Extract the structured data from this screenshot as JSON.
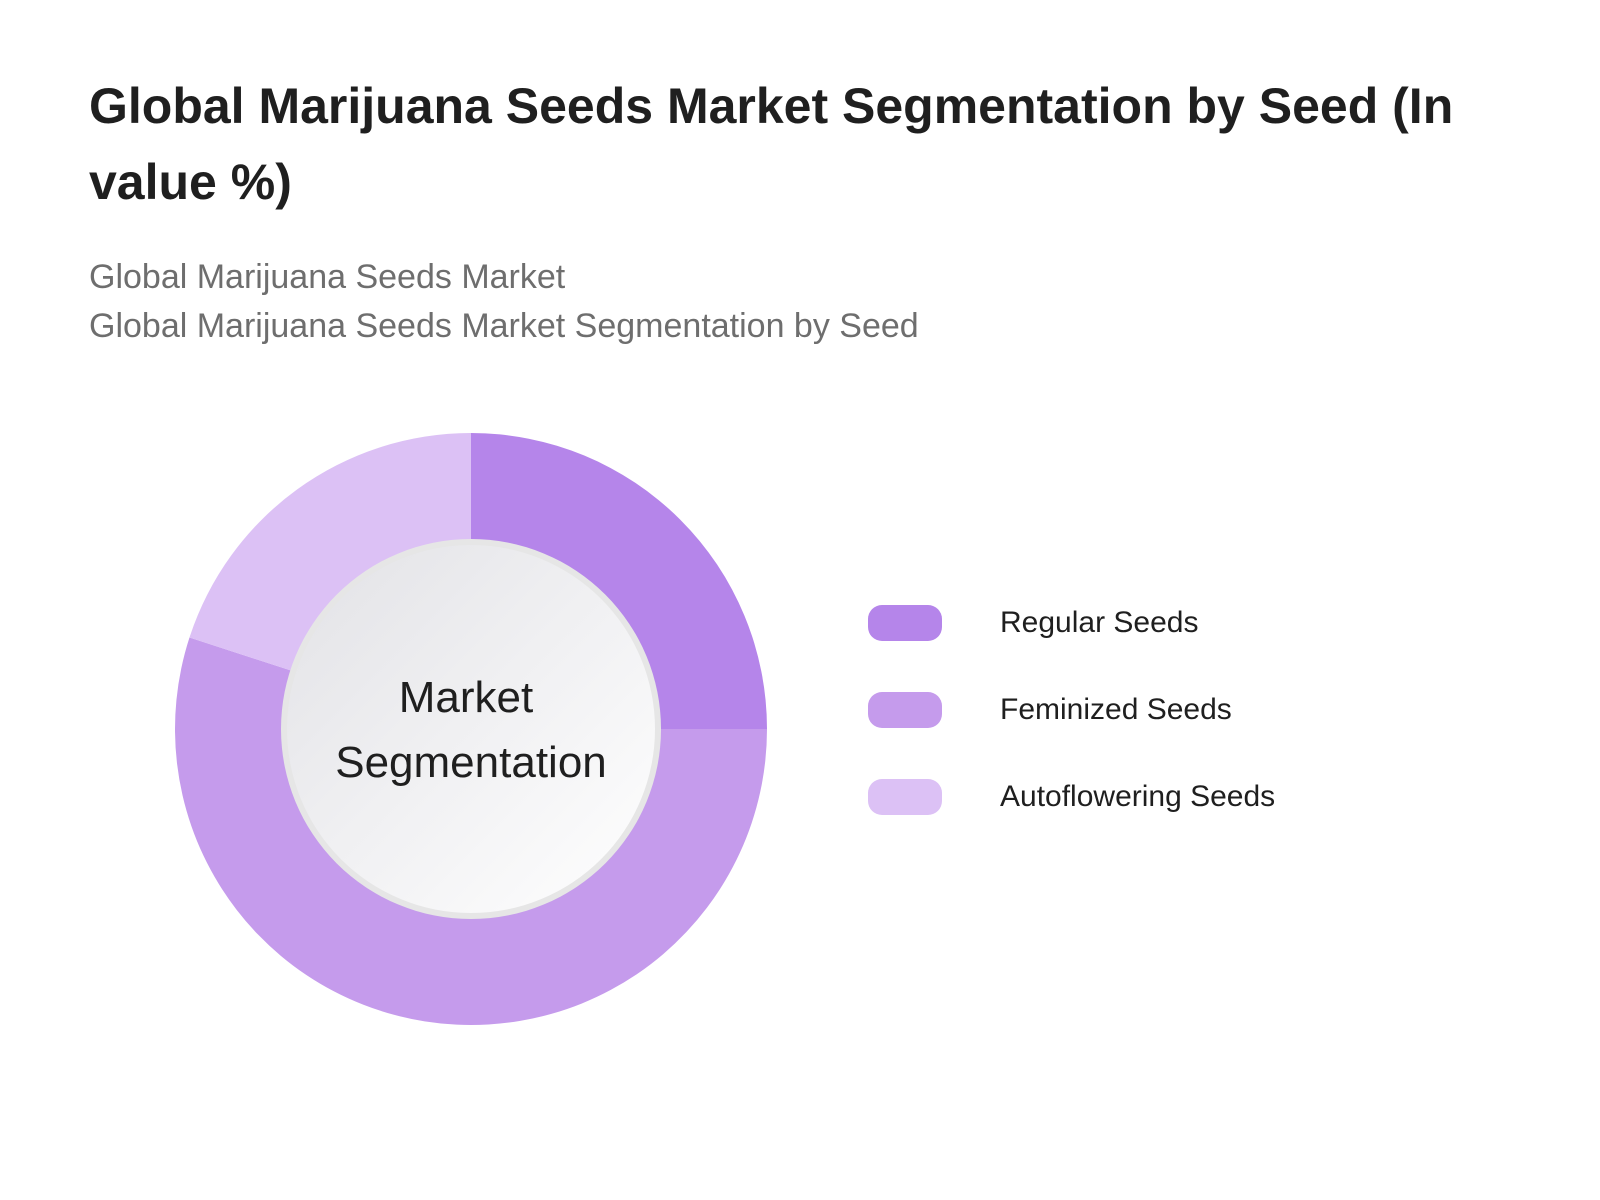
{
  "chart_data": {
    "type": "pie",
    "variant": "donut",
    "title": "Global Marijuana Seeds Market Segmentation by Seed (In value %)",
    "subtitle_lines": [
      "Global Marijuana Seeds Market",
      "Global Marijuana Seeds Market Segmentation by Seed"
    ],
    "center_label": [
      "Market",
      "Segmentation"
    ],
    "legend_position": "right",
    "series": [
      {
        "name": "Regular Seeds",
        "value": 25,
        "color": "#b585ea"
      },
      {
        "name": "Feminized Seeds",
        "value": 55,
        "color": "#c59bec"
      },
      {
        "name": "Autoflowering Seeds",
        "value": 20,
        "color": "#dcc1f5"
      }
    ]
  }
}
